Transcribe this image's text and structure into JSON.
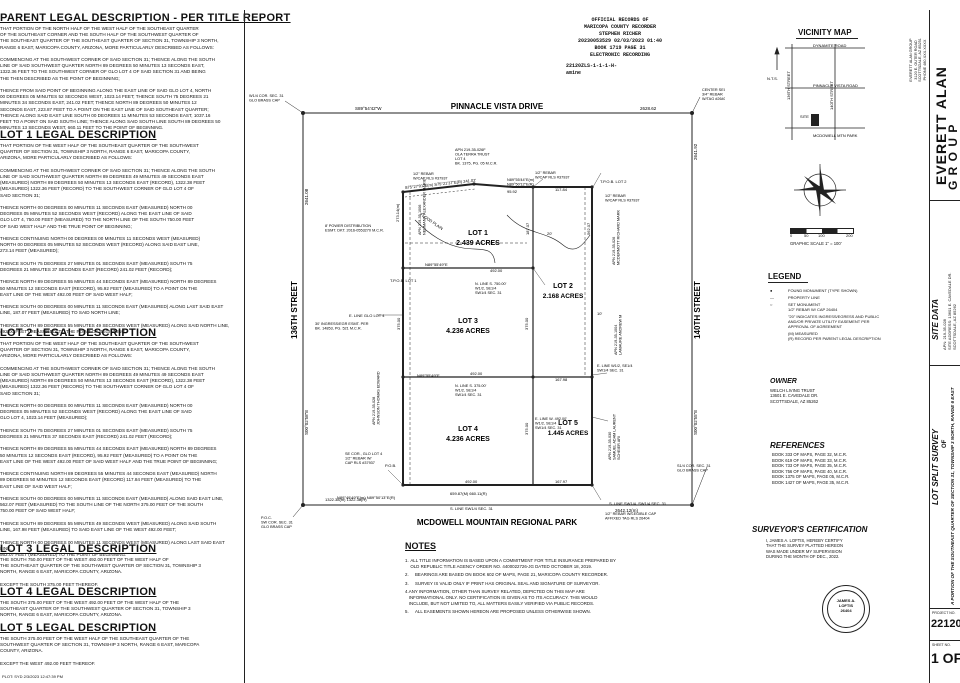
{
  "left": {
    "parent": {
      "title": "PARENT LEGAL DESCRIPTION - PER TITLE REPORT",
      "text": "THAT PORTION OF THE NORTH HALF OF THE WEST HALF OF THE SOUTHEAST QUARTER\nOF THE SOUTHEAST CORNER AND THE SOUTH HALF OF THE SOUTHWEST QUARTER OF\nTHE SOUTHEAST QUARTER OF THE SOUTHEAST QUARTER OF SECTION 31, TOWNSHIP 3 NORTH,\nRANGE 6 EAST, MARICOPA COUNTY, ARIZONA, MORE PARTICULARLY DESCRIBED AS FOLLOWS:\n\nCOMMENCING AT THE SOUTHWEST CORNER OF SAID SECTION 31; THENCE ALONG THE SOUTH\nLINE OF SAID SOUTHWEST QUARTER NORTH 89 DEGREES 50 MINUTES 13 SECONDS EAST,\n1322.36 FEET TO THE SOUTHWEST CORNER OF GLO LOT 4 OF SAID SECTION 31 AND BEING\nTHE THEN DESCRIBED AS THE POINT OF BEGINNING;\n\nTHENCE FROM SAID POINT OF BEGINNING ALONG THE EAST LINE OF SAID GLO LOT 4, NORTH\n00 DEGREES 05 MINUTES 52 SECONDS WEST, 1023.14 FEET; THENCE SOUTH 75 DEGREES 21\nMINUTES 34 SECONDS EAST, 241.02 FEET; THENCE NORTH 89 DEGREES 50 MINUTES 12\nSECONDS EAST, 223.87 FEET TO A POINT ON THE EAST LINE OF SAID SOUTHEAST QUARTER;\nTHENCE ALONG SAID EAST LINE SOUTH 00 DEGREES 11 MINUTES 53 SECONDS EAST, 1037.16\nFEET TO A POINT ON SAID SOUTH LINE; THENCE ALONG SAID SOUTH LINE SOUTH 89 DEGREES 50\nMINUTES 13 SECONDS WEST, 660.11 FEET TO THE POINT OF BEGINNING."
    },
    "lot1": {
      "title": "LOT 1 LEGAL DESCRIPTION",
      "text": "THAT PORTION OF THE WEST HALF OF THE SOUTHEAST QUARTER OF THE SOUTHWEST\nQUARTER OF SECTION 31, TOWNSHIP 3 NORTH, RANGE 6 EAST, MARICOPA COUNTY,\nARIZONA, MORE PARTICULARLY DESCRIBED AS FOLLOWS:\n\nCOMMENCING AT THE SOUTHWEST CORNER OF SAID SECTION 31; THENCE ALONG THE SOUTH\nLINE OF SAID SOUTHWEST QUARTER NORTH 89 DEGREES 49 MINUTES 49 SECONDS EAST\n(MEASURED) NORTH 89 DEGREES 50 MINUTES 13 SECONDS EAST (RECORD), 1322.38 FEET\n(MEASURED) 1322.36 FEET (RECORD) TO THE SOUTHWEST CORNER OF GLO LOT 4 OF\nSAID SECTION 31;\n\nTHENCE NORTH 00 DEGREES 00 MINUTES 11 SECONDS EAST (MEASURED) NORTH 00\nDEGREES 05 MINUTES 52 SECONDS WEST (RECORD) ALONG THE EAST LINE OF SAID\nGLO LOT 4, 750.00 FEET (MEASURED) TO THE NORTH LINE OF THE SOUTH 750.00 FEET\nOF SAID WEST HALF AND THE TRUE POINT OF BEGINNING;\n\nTHENCE CONTINUING NORTH 00 DEGREES 00 MINUTES 11 SECONDS WEST (MEASURED)\nNORTH 00 DEGREES 05 MINUTES 52 SECONDS WEST (RECORD) ALONG SAID EAST LINE,\n273.14 FEET (MEASURED);\n\nTHENCE SOUTH 75 DEGREES 27 MINUTES 01 SECONDS EAST (MEASURED) SOUTH 75\nDEGREES 21 MINUTES 37 SECONDS EAST (RECORD) 241.02 FEET (RECORD);\n\nTHENCE NORTH 89 DEGREES 55 MINUTES 44 SECONDS EAST (MEASURED) NORTH 89 DEGREES\n50 MINUTES 12 SECONDS EAST (RECORD), 95.92 FEET (MEASURED) TO A POINT ON THE\nEAST LINE OF THE WEST 492.00 FEET OF SAID WEST HALF;\n\nTHENCE SOUTH 00 DEGREES 00 MINUTES 11 SECONDS EAST (MEASURED) ALONG LAST SAID EAST\nLINE, 187.07 FEET (MEASURED) TO SAID NORTH LINE;\n\nTHENCE SOUTH 89 DEGREES 55 MINUTES 49 SECONDS WEST (MEASURED) ALONG SAID NORTH LINE,\n492.00 FEET (MEASURED) TO THE POINT OF BEGINNING."
    },
    "lot2": {
      "title": "LOT 2 LEGAL DESCRIPTION",
      "text": "THAT PORTION OF THE WEST HALF OF THE SOUTHEAST QUARTER OF THE SOUTHWEST\nQUARTER OF SECTION 31, TOWNSHIP 3 NORTH, RANGE 6 EAST, MARICOPA COUNTY,\nARIZONA, MORE PARTICULARLY DESCRIBED AS FOLLOWS:\n\nCOMMENCING AT THE SOUTHWEST CORNER OF SAID SECTION 31; THENCE ALONG THE SOUTH\nLINE OF SAID SOUTHWEST QUARTER NORTH 89 DEGREES 49 MINUTES 49 SECONDS EAST\n(MEASURED) NORTH 89 DEGREES 50 MINUTES 13 SECONDS EAST (RECORD), 1322.38 FEET\n(MEASURED) 1322.36 FEET (RECORD) TO THE SOUTHWEST CORNER OF GLO LOT 4 OF\nSAID SECTION 31;\n\nTHENCE NORTH 00 DEGREES 00 MINUTES 11 SECONDS EAST (MEASURED) NORTH 00\nDEGREES 05 MINUTES 52 SECONDS WEST (RECORD) ALONG THE EAST LINE OF SAID\nGLO LOT 4, 1023.14 FEET (MEASURED);\n\nTHENCE SOUTH 75 DEGREES 27 MINUTES 01 SECONDS EAST (MEASURED) SOUTH 75\nDEGREES 21 MINUTES 37 SECONDS EAST (RECORD) 241.02 FEET (RECORD);\n\nTHENCE NORTH 89 DEGREES 55 MINUTES 44 SECONDS EAST (MEASURED) NORTH 89 DEGREES\n50 MINUTES 12 SECONDS EAST (RECORD), 95.92 FEET (MEASURED) TO A POINT ON THE\nEAST LINE OF THE WEST 492.00 FEET OF SAID WEST HALF AND THE TRUE POINT OF BEGINNING;\n\nTHENCE CONTINUING NORTH 89 DEGREES 55 MINUTES 44 SECONDS EAST (MEASURED) NORTH\n89 DEGREES 50 MINUTES 12 SECONDS EAST (RECORD) 117.84 FEET (MEASURED) TO THE\nEAST LINE OF SAID WEST HALF;\n\nTHENCE SOUTH 00 DEGREES 00 MINUTES 11 SECONDS EAST (MEASURED) ALONG SAID EAST LINE,\n562.07 FEET (MEASURED) TO THE SOUTH LINE OF THE NORTH 375.00 FEET OF THE SOUTH\n750.00 FEET OF SAID WEST HALF;\n\nTHENCE SOUTH 89 DEGREES 55 MINUTES 49 SECONDS WEST (MEASURED) ALONG SAID SOUTH\nLINE, 167.98 FEET (MEASURED) TO SAID EAST LINE OF THE WEST 492.00 FEET;\n\nTHENCE NORTH 00 DEGREES 00 MINUTES 11 SECONDS WEST (MEASURED) ALONG LAST SAID EAST LINE,\n562.07 FEET (MEASURED) TO THE POINT OF BEGINNING."
    },
    "lot3": {
      "title": "LOT 3 LEGAL DESCRIPTION",
      "text": "THE SOUTH 750.00 FEET OF THE WEST 492.00 FEET OF THE WEST HALF OF\nTHE SOUTHEAST QUARTER OF THE SOUTHWEST QUARTER OF SECTION 31, TOWNSHIP 3\nNORTH, RANGE 6 EAST, MARICOPA COUNTY, ARIZONA.\n\nEXCEPT THE SOUTH 375.00 FEET THEREOF."
    },
    "lot4": {
      "title": "LOT 4 LEGAL DESCRIPTION",
      "text": "THE SOUTH 375.00 FEET OF THE WEST 492.00 FEET OF THE WEST HALF OF THE\nSOUTHEAST QUARTER OF THE SOUTHWEST QUARTER OF SECTION 31, TOWNSHIP 3\nNORTH, RANGE 6 EAST, MARICOPA COUNTY, ARIZONA."
    },
    "lot5": {
      "title": "LOT 5 LEGAL DESCRIPTION",
      "text": "THE SOUTH 375.00 FEET OF THE WEST HALF OF THE SOUTHEAST QUARTER OF THE\nSOUTHWEST QUARTER OF SECTION 31, TOWNSHIP 3 NORTH, RANGE 6 EAST, MARICOPA\nCOUNTY, ARIZONA.\n\nEXCEPT THE WEST 492.00 FEET THEREOF."
    },
    "footer": "PLOT: Syd 2/3/2023 12:47:39 PM"
  },
  "recording": {
    "title": "OFFICIAL RECORDS OF",
    "county": "MARICOPA COUNTY RECORDER",
    "recorder": "STEPHEN RICHER",
    "line1": "20230053529  02/03/2023  01:40",
    "line2": "BOOK 1719  PAGE 31",
    "line3": "ELECTRONIC RECORDING",
    "line4": "22120ZLS-1-1-1-H-",
    "line5": "amine"
  },
  "plat": {
    "pinnacle": "PINNACLE VISTA DRIVE",
    "mcdowell": "MCDOWELL MOUNTAIN REGIONAL PARK",
    "st136": "136TH STREET",
    "st140": "140TH STREET",
    "north_bearing": "S89°54'42\"W",
    "north_dist": "2628.62",
    "south_dist": "2642.12(m)",
    "west_bearing": "S00°02'58\"E",
    "west_dist": "2641.08",
    "east_bearing": "S00°02'55\"E",
    "east_dist": "2641.92",
    "lot1_name": "LOT 1",
    "lot1_area": "2.439 ACRES",
    "lot2_name": "LOT 2",
    "lot2_area": "2.168 ACRES",
    "lot3_name": "LOT 3",
    "lot3_area": "4.236 ACRES",
    "lot4_name": "LOT 4",
    "lot4_area": "4.236 ACRES",
    "lot5_name": "LOT 5",
    "lot5_area": "1.445 ACRES",
    "d492a": "492.00",
    "d492b": "492.00",
    "d492c": "492.00",
    "d375a": "375.00",
    "d375b": "375.00",
    "d375c": "375.00",
    "d167a": "167.98",
    "d167b": "167.97",
    "d117": "117.84",
    "d562": "562.07",
    "d187": "187.07",
    "d95": "95.92",
    "d1322": "1322.38(m) 1322.36(R)",
    "d65987": "659.87(M) 660.11(R)",
    "nw_corner": "W1/4 COR. SEC. 31\nGLO BRASS CAP",
    "ne_corner": "CENTER SEC. 31\n3/4\" REBAR\nW/TAG #26404",
    "sw_corner": "P.O.C.\nSW COR. SEC. 31\nGLO BRASS CAP",
    "se_corner": "S1/4 COR. SEC. 31\nGLO BRASS CAP",
    "pob": "P.O.B.",
    "pob1": "T.P.O.B. LOT 1",
    "pob2": "T.P.O.B. LOT 2",
    "pole": "8' POWER DISTRIBUTION\nESMT. DKT. 2016-0553270 M.C.R.",
    "road_esmt": "30' INGRESS/EGR ESMT. PER\nBK. 14853, PG. 521 M.C.R.",
    "apn_a": "APN 219-35-026F\nOLA TERRA TRUST\nLOT 4\nBK. 1375, PG. 05 M.C.R.",
    "apn_b": "APN 219-35-026\nMCDERMOTT RICHARD MARK",
    "apn_c": "APN 219-35-1006\nNEUMANN ALEXANDER MARIE",
    "apn_d": "APN 219-35-1004\nLAMAURE ANDREW M",
    "apn_e": "APN 219-35-028\nJOHNSON THOMAS EDWARD",
    "apn_f": "APN 219-35-030\nSAMUEL ADAM LAURENT\nSCHEIER ARI",
    "rebar1": "1/2\" REBAR\nW/CAP RLS #37937",
    "rebar2": "1/2\" REBAR\nW/CAP RLS #37937",
    "rebar3": "1/2\" REBAR\nW/CAP RLS #37937",
    "rebar4": "1/2\" REBAR W/LEGIBLE CAP\nAFFIXED TAG RLS 26404",
    "elev_note": "E. LINE GLO LOT 4",
    "nline_a": "N. LINE S. 750.00'\nW1/2, SE1/4\nSW1/4 SEC. 31",
    "nline_b": "N. LINE S. 375.00'\nW1/2, SE1/4\nSW1/4 SEC. 31",
    "eline_a": "E. LINE W1/2, SE1/4\nSW1/4 SEC. 31",
    "eline_b": "E. LINE W. 492.00'\nW1/2, SE1/4\nSW1/4 SEC. 31",
    "sline": "S. LINE SW1/4 SEC. 31",
    "sline_b": "S. LINE SW1/4, SW1/4 SEC. 31",
    "se_glo": "SE COR., GLO LOT 4\n1/2\" REBAR W/\nCAP RLS #37937",
    "b_south": "N89°49'49\"E(m) N89°50'13\"E(R)",
    "b_mid1": "N89°55'49\"E",
    "b_mid2": "N89°55'49\"E",
    "b_top": "N89°55'44\"E(m)\nN89°50'12\"E(R)",
    "b_diag": "S75°27'01\"E(m) S75°21'37\"E(R) 241.02'",
    "flood": "FLOOD PLAIN",
    "twenty": "20'",
    "ten": "10'",
    "flood_esmt": "273.14(m)"
  },
  "vicinity": {
    "title": "VICINITY MAP",
    "dynamite": "DYNAMITE ROAD",
    "pinnacle": "PINNACLE VISTA ROAD",
    "mcdowell": "MCDOWELL MTN PARK",
    "st136": "136TH STREET",
    "st140": "140TH STREET",
    "site": "SITE",
    "nts": "N.T.S."
  },
  "scale": {
    "ticks": [
      "0",
      "50",
      "100",
      "200"
    ],
    "caption": "GRAPHIC SCALE 1\" = 100'"
  },
  "legend": {
    "title": "LEGEND",
    "items": [
      "FOUND MONUMENT (TYPE SHOWN)",
      "PROPERTY LINE",
      "SET MONUMENT\n1/2\" REBAR W/ CAP 26404",
      "\"20\" INDICATES INGRESS/EGRESS AND PUBLIC\nAND/OR PRIVATE UTILITY EASEMENT PER\nAPPROVAL OF AGREEMENT",
      "(M) MEASURED\n(R) RECORD PER PARENT LEGAL DESCRIPTION"
    ]
  },
  "owner": {
    "title": "OWNER",
    "text": "WELCH LIVING TRUST\n13601 E. CAVEDALE DR.\nSCOTTSDALE, AZ 85262"
  },
  "references": {
    "title": "REFERENCES",
    "items": [
      "BOOK 333 OF MAPS, PAGE 32, M.C.R.",
      "BOOK 619 OF MAPS, PAGE 33, M.C.R.",
      "BOOK 733 OF MAPS, PAGE 35, M.C.R.",
      "BOOK 756 OF MAPS, PAGE 40, M.C.R.",
      "BOOK 1375 OF MAPS, PAGE 05, M.C.R.",
      "BOOK 1427 OF MAPS, PAGE 35, M.C.R."
    ]
  },
  "surveyor": {
    "title": "SURVEYOR'S CERTIFICATION",
    "text": "I, JAMES A. LOFTIS, HEREBY CERTIFY\nTHAT THE SURVEY PLATTED HEREON\nWAS MADE UNDER MY SUPERVISION\nDURING THE MONTH OF DEC., 2022.",
    "seal": "JAMES A.\nLOFTIS\n26404"
  },
  "notes": {
    "title": "NOTES",
    "items": [
      "ALL TITLE INFORMATION IS BASED UPON A COMMITMENT FOR TITLE INSURANCE PREPARED BY OLD REPUBLIC TITLE AGENCY ORDER NO. 4400022726-JG DATED OCTOBER 18, 2019.",
      "BEARINGS ARE BASED ON BOOK 602 OF MAPS, PAGE 21, MARICOPA COUNTY RECORDER.",
      "SURVEY IS VALID ONLY IF PRINT HAS ORIGINAL SEAL AND SIGNATURE OF SURVEYOR.",
      "ANY INFORMATION, OTHER THAN SURVEY RELATED, DEPICTED ON THIS MAP ARE INFORMATIONAL ONLY. NO CERTIFICATION IS GIVEN AS TO ITS ACCURACY. THIS WOULD INCLUDE, BUT NOT LIMITED TO, ALL MATTERS EASILY VERIFIED VIA PUBLIC RECORDS.",
      "ALL EASEMENTS SHOWN HEREON ARE PROPOSED UNLESS OTHERWISE SHOWN."
    ]
  },
  "titleblock": {
    "company_small": "EVERETT ALAN GROUP\n3120 E. OUTER ROAD\nSCOTTSDALE, AZ 85251\nPHONE 480.XXX.XXXX",
    "company1": "EVERETT ALAN",
    "company2": "G R O U P",
    "site_title": "SITE DATA",
    "site_text": "APN: 219-35-028\nSITE ADDRESS: 13601 E. CAVEDALE DR.\nSCOTTSDALE, AZ 85262",
    "survey_title": "LOT SPLIT SURVEY",
    "survey_sub": "OF",
    "survey_desc": "A PORTION OF THE SOUTHEAST QUARTER OF SECTION 31, TOWNSHIP 3 NORTH, RANGE 6 EAST",
    "project_label": "PROJECT NO.",
    "project": "22120",
    "sheet_label": "SHEET NO.",
    "sheet": "1 OF"
  }
}
